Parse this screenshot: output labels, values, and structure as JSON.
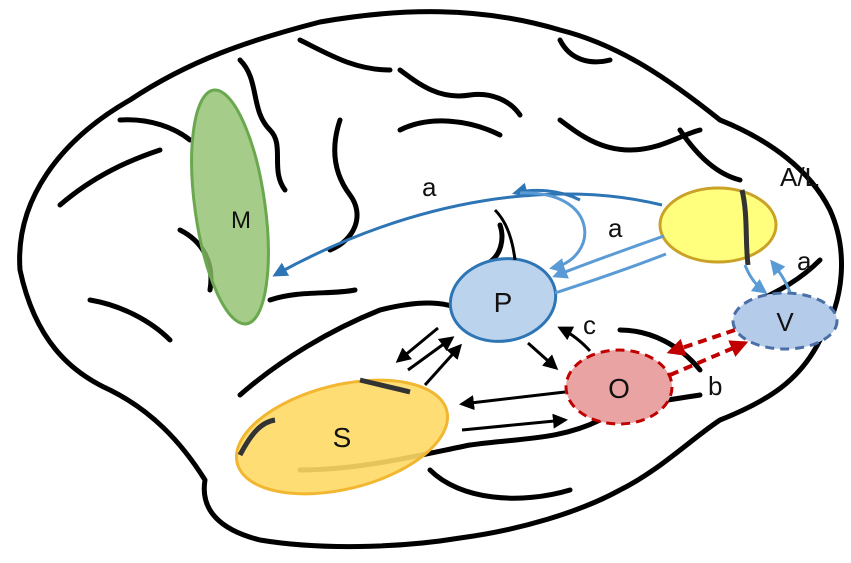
{
  "regions": {
    "M": {
      "label": "M",
      "fill": "#8fbf6a",
      "stroke": "#6aa84f"
    },
    "P": {
      "label": "P",
      "fill": "#bcd3ee",
      "stroke": "#2e75b6"
    },
    "S": {
      "label": "S",
      "fill": "#ffd966",
      "stroke": "#f2b731"
    },
    "O": {
      "label": "O",
      "fill": "#eaa3a3",
      "stroke": "#c00000"
    },
    "V": {
      "label": "V",
      "fill": "#b4cbea",
      "stroke": "#4a6fa5"
    },
    "AL": {
      "fill": "#ffff66",
      "stroke": "#c9a227"
    }
  },
  "labels": {
    "al": "A/L",
    "a1": "a",
    "a2": "a",
    "a3": "a",
    "b": "b",
    "c": "c"
  },
  "colors": {
    "outline": "#000000",
    "arrow_blue_dark": "#2e75b6",
    "arrow_blue_light": "#5b9bd5",
    "arrow_red": "#c00000",
    "arrow_black": "#000000"
  }
}
